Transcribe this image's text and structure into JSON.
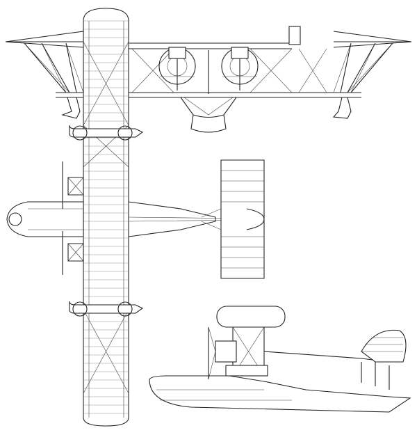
{
  "drawing": {
    "views": [
      {
        "id": "front",
        "label": ""
      },
      {
        "id": "top",
        "label": ""
      },
      {
        "id": "side",
        "label": ""
      }
    ],
    "colors": {
      "ink": "#222222",
      "paper": "#ffffff",
      "detail": "#888888"
    }
  }
}
